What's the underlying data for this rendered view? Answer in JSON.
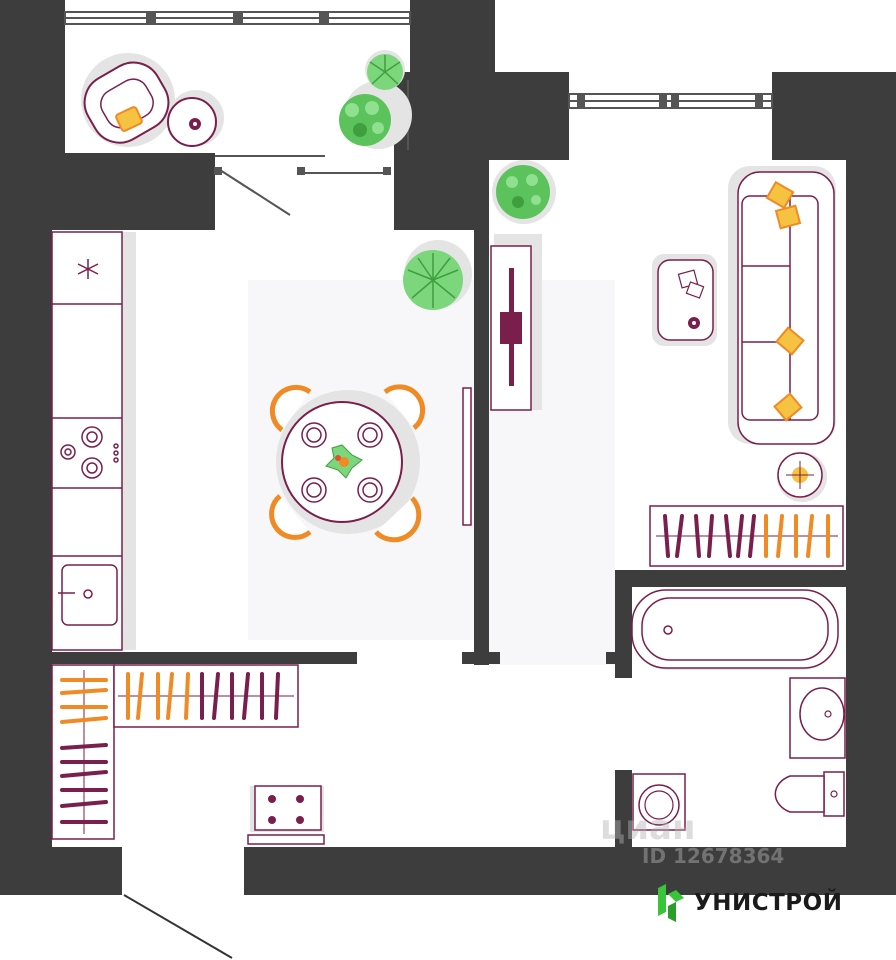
{
  "brand": {
    "name": "УНИСТРОЙ",
    "accent": "#3ac43a"
  },
  "watermark": {
    "site": "циан",
    "id": "ID 12678364"
  },
  "colors": {
    "wall": "#3d3d3d",
    "accent_orange": "#f08a24",
    "accent_purple": "#7a1f4b",
    "plant_green": "#5cc35c",
    "floor_shadow": "#e4e4e4"
  },
  "icons": [
    "snowflake-icon",
    "stove-burner-icon",
    "plant-icon",
    "pillow-icon",
    "hanger-icon"
  ]
}
